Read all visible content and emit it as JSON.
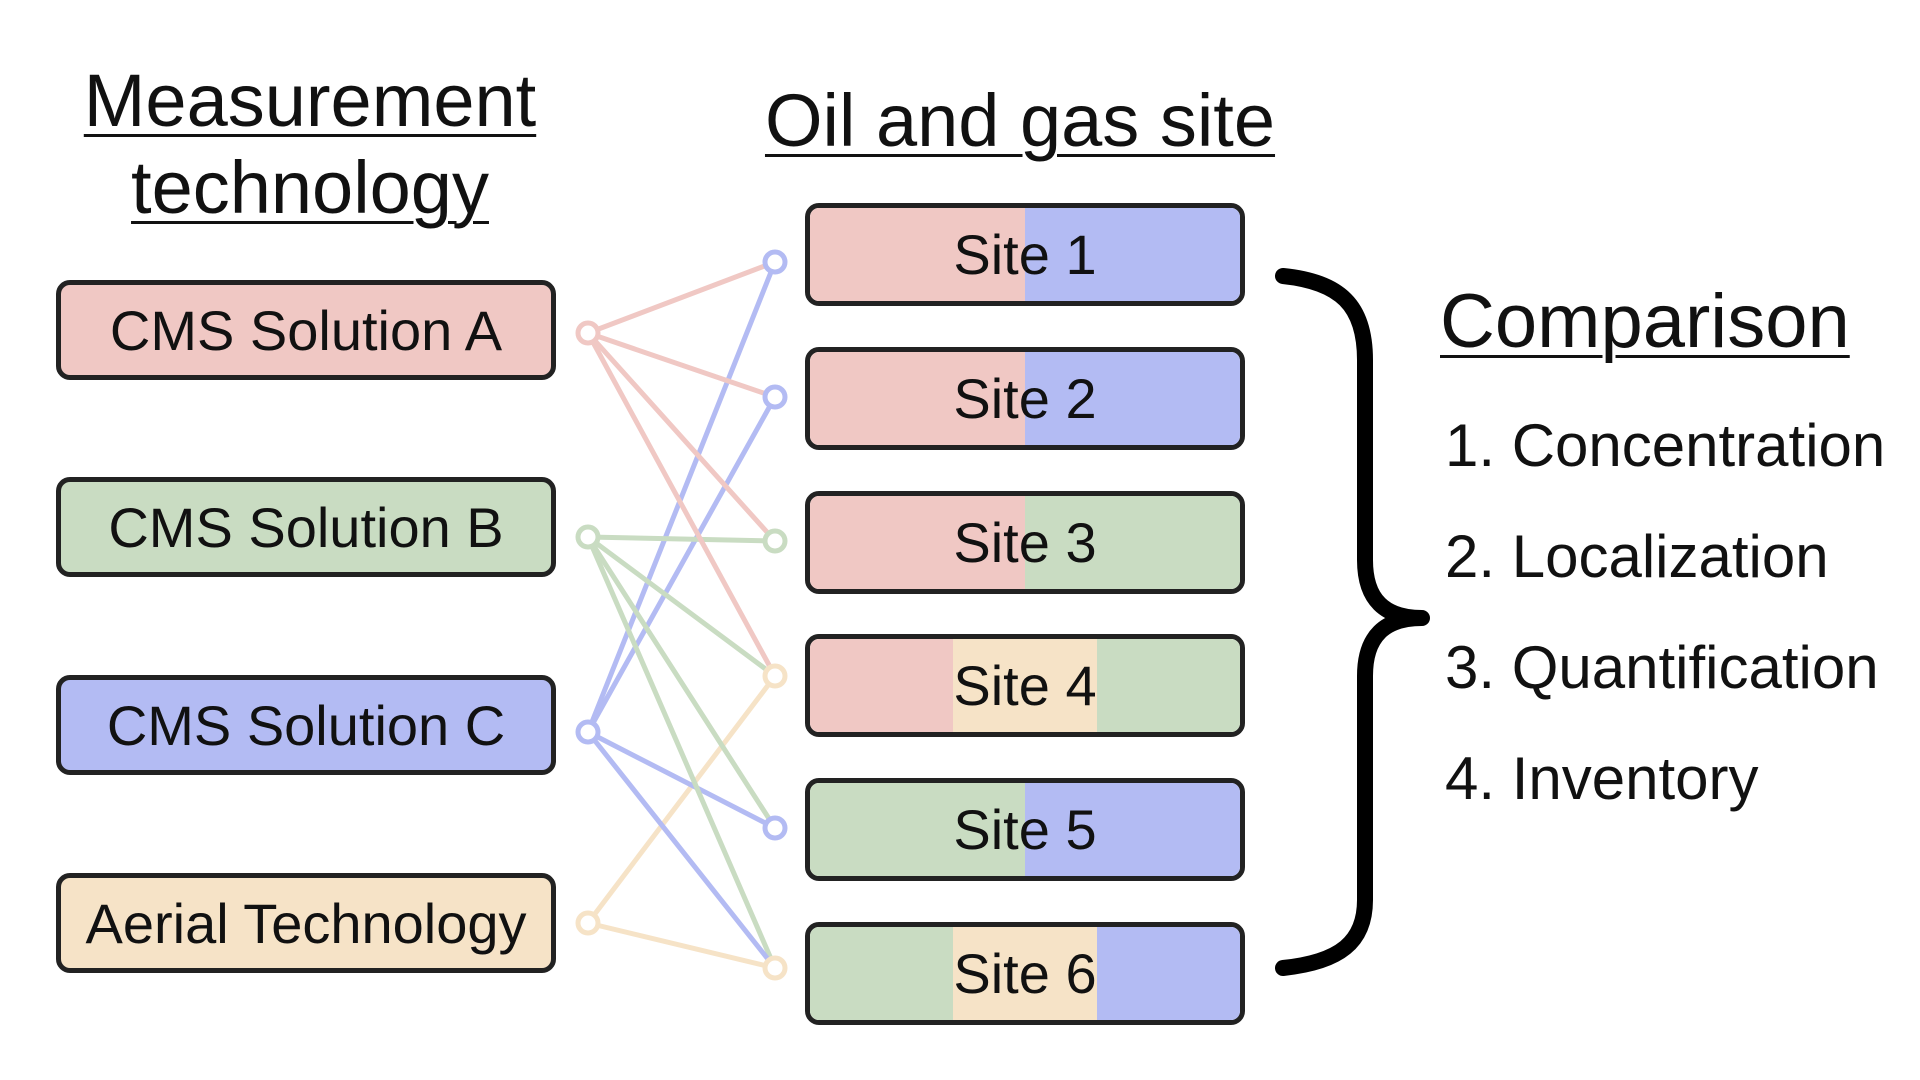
{
  "colors": {
    "cms_a": "#f0c8c4",
    "cms_b": "#c9dcc2",
    "cms_c": "#b3bbf3",
    "aerial": "#f6e3c7",
    "border": "#222222"
  },
  "headings": {
    "technology": "Measurement technology",
    "sites": "Oil and gas site",
    "comparison": "Comparison"
  },
  "technologies": [
    {
      "label": "CMS Solution A",
      "color": "#f0c8c4"
    },
    {
      "label": "CMS Solution B",
      "color": "#c9dcc2"
    },
    {
      "label": "CMS Solution C",
      "color": "#b3bbf3"
    },
    {
      "label": "Aerial Technology",
      "color": "#f6e3c7"
    }
  ],
  "sites": [
    {
      "label": "Site 1",
      "technologies": [
        "CMS Solution A",
        "CMS Solution C"
      ]
    },
    {
      "label": "Site 2",
      "technologies": [
        "CMS Solution A",
        "CMS Solution C"
      ]
    },
    {
      "label": "Site 3",
      "technologies": [
        "CMS Solution A",
        "CMS Solution B"
      ]
    },
    {
      "label": "Site 4",
      "technologies": [
        "CMS Solution A",
        "Aerial Technology",
        "CMS Solution B"
      ]
    },
    {
      "label": "Site 5",
      "technologies": [
        "CMS Solution B",
        "CMS Solution C"
      ]
    },
    {
      "label": "Site 6",
      "technologies": [
        "CMS Solution B",
        "Aerial Technology",
        "CMS Solution C"
      ]
    }
  ],
  "comparison": [
    "1. Concentration",
    "2. Localization",
    "3. Quantification",
    "4. Inventory"
  ]
}
